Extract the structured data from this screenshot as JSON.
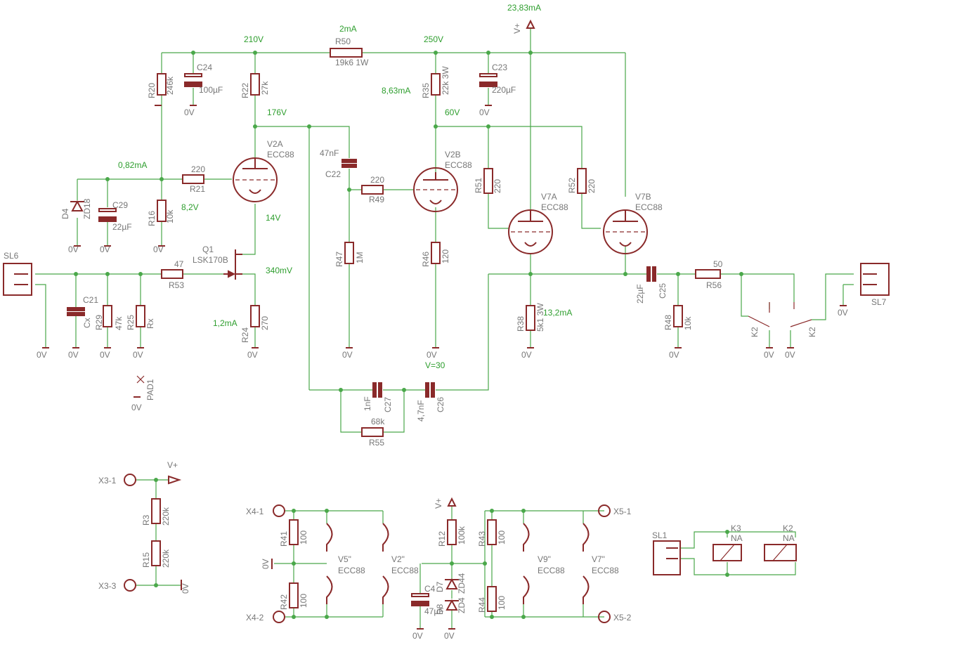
{
  "measurements": {
    "v210": "210V",
    "i2ma": "2mA",
    "v250": "250V",
    "i2383": "23,83mA",
    "v176": "176V",
    "i863": "8,63mA",
    "v60": "60V",
    "i082": "0,82mA",
    "v82": "8,2V",
    "v14": "14V",
    "v340": "340mV",
    "i12": "1,2mA",
    "i132": "13,2mA",
    "v30": "V=30"
  },
  "ground": "0V",
  "vplus": "V+",
  "parts": {
    "r50": {
      "name": "R50",
      "value": "19k6 1W"
    },
    "c24": {
      "name": "C24",
      "value": "100µF"
    },
    "r20": {
      "name": "R20",
      "value": "246k"
    },
    "r22": {
      "name": "R22",
      "value": "27k"
    },
    "r35": {
      "name": "R35",
      "value": "22k 3W"
    },
    "c23": {
      "name": "C23",
      "value": "220µF"
    },
    "c22": {
      "name": "C22",
      "value": "47nF"
    },
    "v2a": {
      "name": "V2A",
      "value": "ECC88"
    },
    "v2b": {
      "name": "V2B",
      "value": "ECC88"
    },
    "r21": {
      "name": "R21",
      "value": "220"
    },
    "r49": {
      "name": "R49",
      "value": "220"
    },
    "d4": {
      "name": "D4",
      "value": "ZD18"
    },
    "c29": {
      "name": "C29",
      "value": "22µF"
    },
    "r16": {
      "name": "R16",
      "value": "10k"
    },
    "r51": {
      "name": "R51",
      "value": "220"
    },
    "r52": {
      "name": "R52",
      "value": "220"
    },
    "v7a": {
      "name": "V7A",
      "value": "ECC88"
    },
    "v7b": {
      "name": "V7B",
      "value": "ECC88"
    },
    "q1": {
      "name": "Q1",
      "value": "LSK170B"
    },
    "sl6": {
      "name": "SL6"
    },
    "r53": {
      "name": "R53",
      "value": "47"
    },
    "c21": {
      "name": "C21",
      "value": "Cx"
    },
    "r29": {
      "name": "R29",
      "value": "47k"
    },
    "r25": {
      "name": "R25",
      "value": "Rx"
    },
    "r24": {
      "name": "R24",
      "value": "270"
    },
    "r47": {
      "name": "R47",
      "value": "1M"
    },
    "r46": {
      "name": "R46",
      "value": "120"
    },
    "r38": {
      "name": "R38",
      "value": "5k1 3W"
    },
    "c25": {
      "name": "C25",
      "value": "22µF"
    },
    "r56": {
      "name": "R56",
      "value": "50"
    },
    "r48": {
      "name": "R48",
      "value": "10k"
    },
    "sl7": {
      "name": "SL7"
    },
    "k2": {
      "name": "K2"
    },
    "pad1": {
      "name": "PAD1"
    },
    "c27": {
      "name": "C27",
      "value": "1nF"
    },
    "c26": {
      "name": "C26",
      "value": "4,7nF"
    },
    "r55": {
      "name": "R55",
      "value": "68k"
    },
    "r3": {
      "name": "R3",
      "value": "220k"
    },
    "r15": {
      "name": "R15",
      "value": "220k"
    },
    "r41": {
      "name": "R41",
      "value": "100"
    },
    "r42": {
      "name": "R42",
      "value": "100"
    },
    "v5": {
      "name": "V5\"",
      "value": "ECC88"
    },
    "v2": {
      "name": "V2\"",
      "value": "ECC88"
    },
    "r12": {
      "name": "R12",
      "value": "100k"
    },
    "r43": {
      "name": "R43",
      "value": "100"
    },
    "r44": {
      "name": "R44",
      "value": "100"
    },
    "c4": {
      "name": "C4",
      "value": "47µF"
    },
    "d7": {
      "name": "D7",
      "value": "ZD44"
    },
    "d8": {
      "name": "D8",
      "value": "ZD4"
    },
    "v9": {
      "name": "V9\"",
      "value": "ECC88"
    },
    "v7": {
      "name": "V7\"",
      "value": "ECC88"
    },
    "sl1": {
      "name": "SL1"
    },
    "k3": {
      "name": "K3",
      "value": "NA"
    },
    "k2r": {
      "name": "K2",
      "value": "NA"
    }
  },
  "terminals": {
    "x31": "X3-1",
    "x33": "X3-3",
    "x41": "X4-1",
    "x42": "X4-2",
    "x51": "X5-1",
    "x52": "X5-2"
  }
}
